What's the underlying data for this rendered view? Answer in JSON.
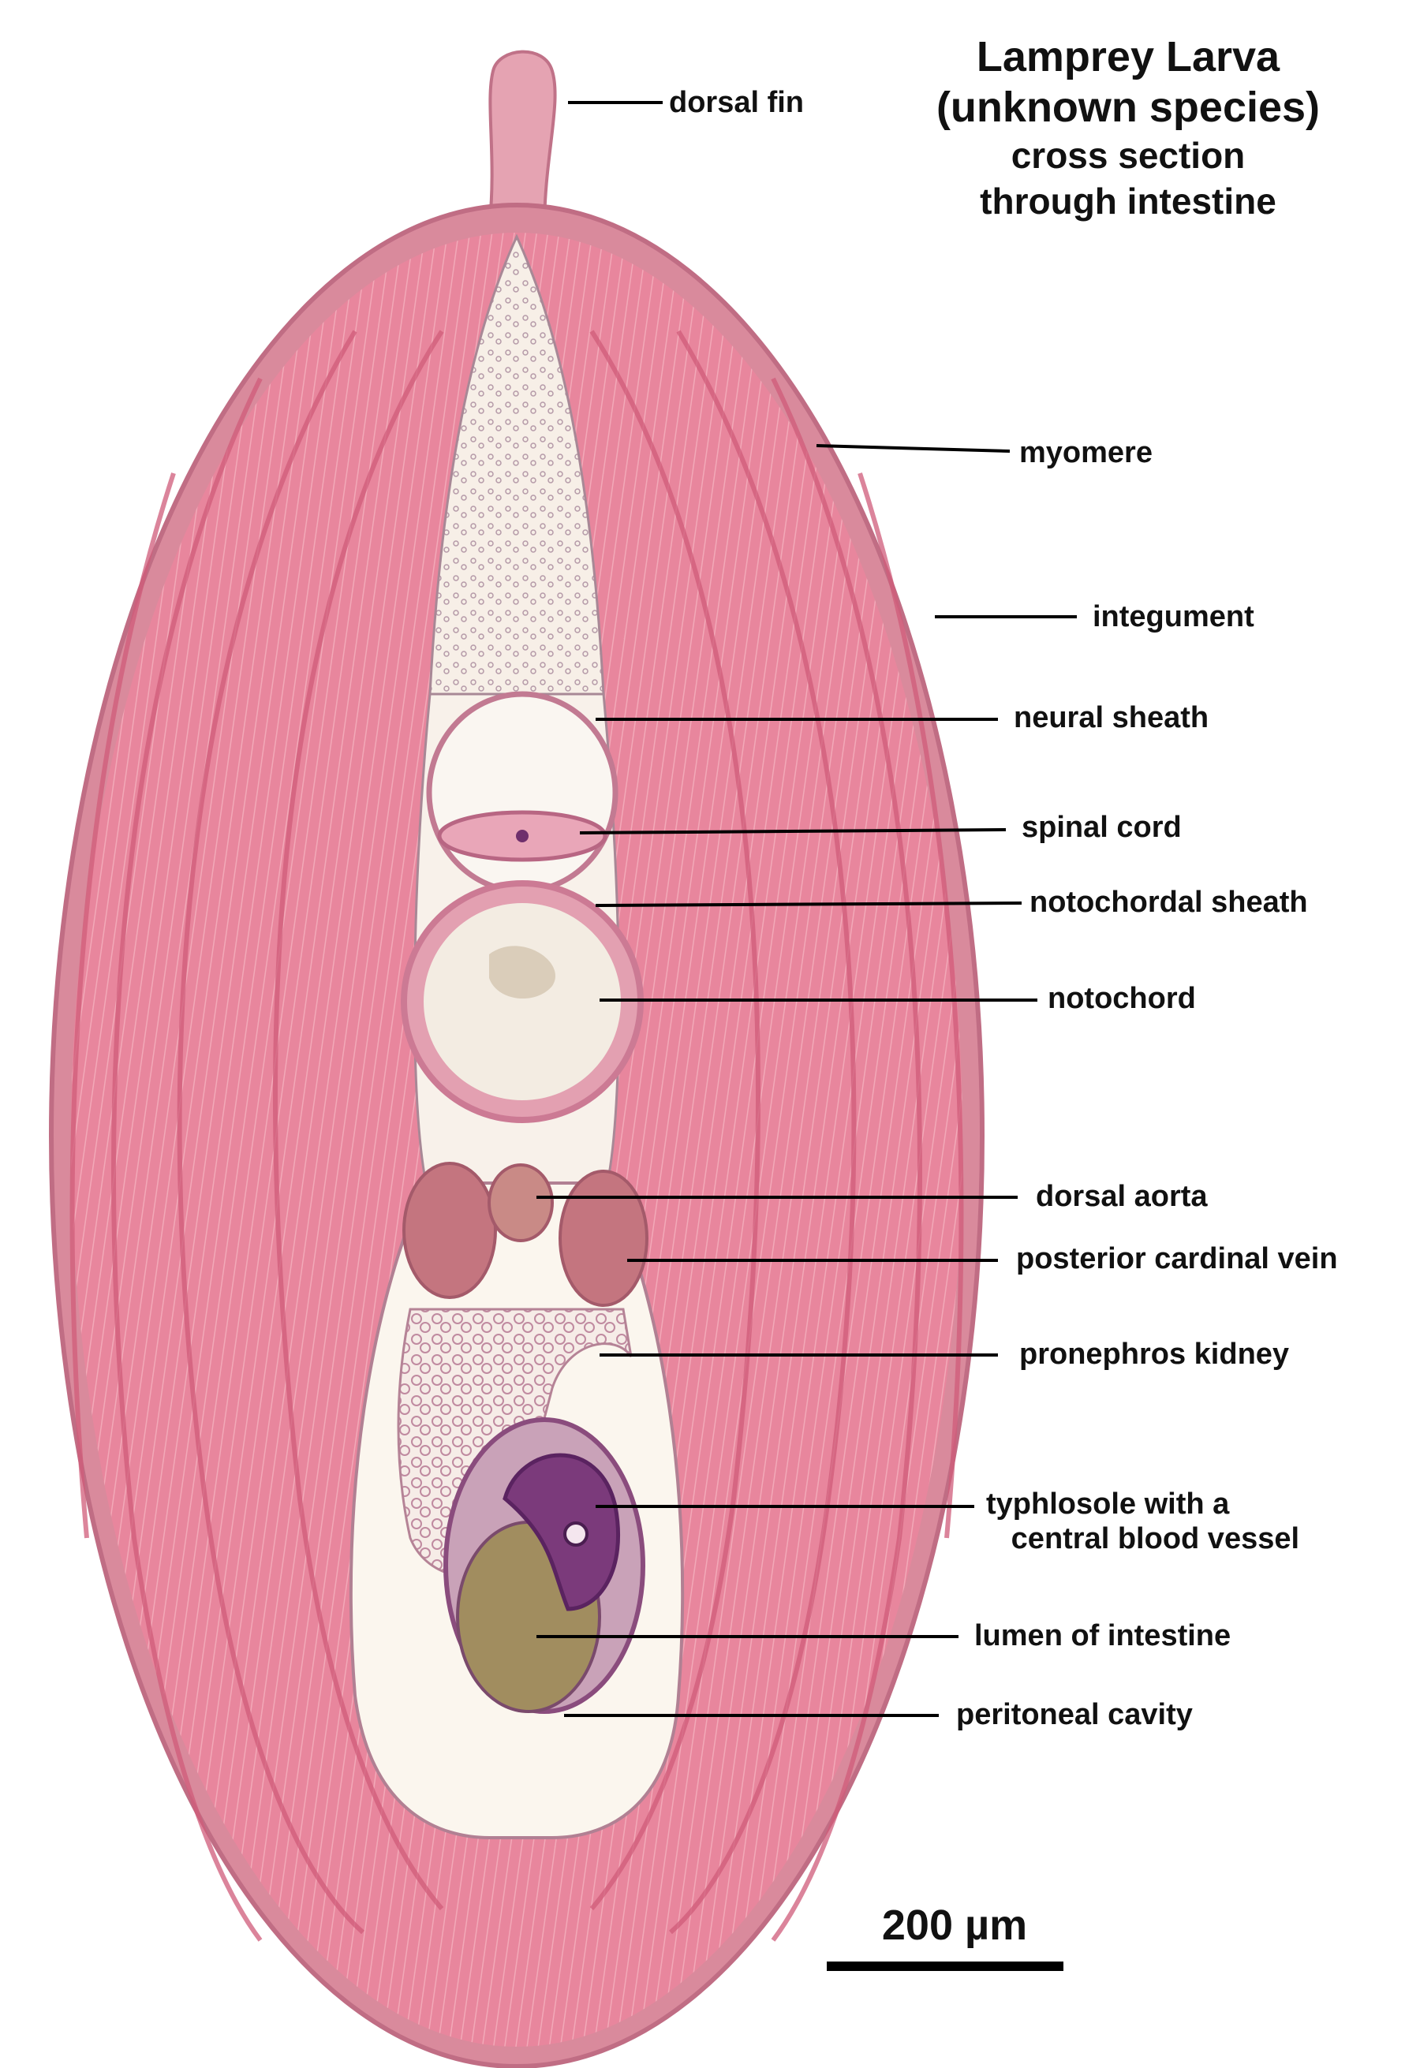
{
  "title": {
    "line1": "Lamprey Larva",
    "line2": "(unknown species)",
    "line3": "cross section",
    "line4": "through intestine"
  },
  "labels": [
    {
      "id": "dorsal-fin",
      "text": "dorsal fin"
    },
    {
      "id": "myomere",
      "text": "myomere"
    },
    {
      "id": "integument",
      "text": "integument"
    },
    {
      "id": "neural-sheath",
      "text": "neural sheath"
    },
    {
      "id": "spinal-cord",
      "text": "spinal cord"
    },
    {
      "id": "notochordal-sheath",
      "text": "notochordal sheath"
    },
    {
      "id": "notochord",
      "text": "notochord"
    },
    {
      "id": "dorsal-aorta",
      "text": "dorsal aorta"
    },
    {
      "id": "posterior-cardinal-vein",
      "text": "posterior cardinal vein"
    },
    {
      "id": "pronephros-kidney",
      "text": "pronephros kidney"
    },
    {
      "id": "typhlosole",
      "text": "typhlosole with a\n   central blood vessel"
    },
    {
      "id": "lumen-of-intestine",
      "text": "lumen of intestine"
    },
    {
      "id": "peritoneal-cavity",
      "text": "peritoneal cavity"
    }
  ],
  "scale_bar": {
    "label": "200 µm"
  },
  "colors": {
    "muscle": "#e8869d",
    "muscle_dark": "#d45f7d",
    "integument": "#d9889a",
    "cavity": "#fbf6ee",
    "stain_purple": "#7a3a78",
    "lumen_content": "#9c8a5c",
    "line": "#000000"
  }
}
